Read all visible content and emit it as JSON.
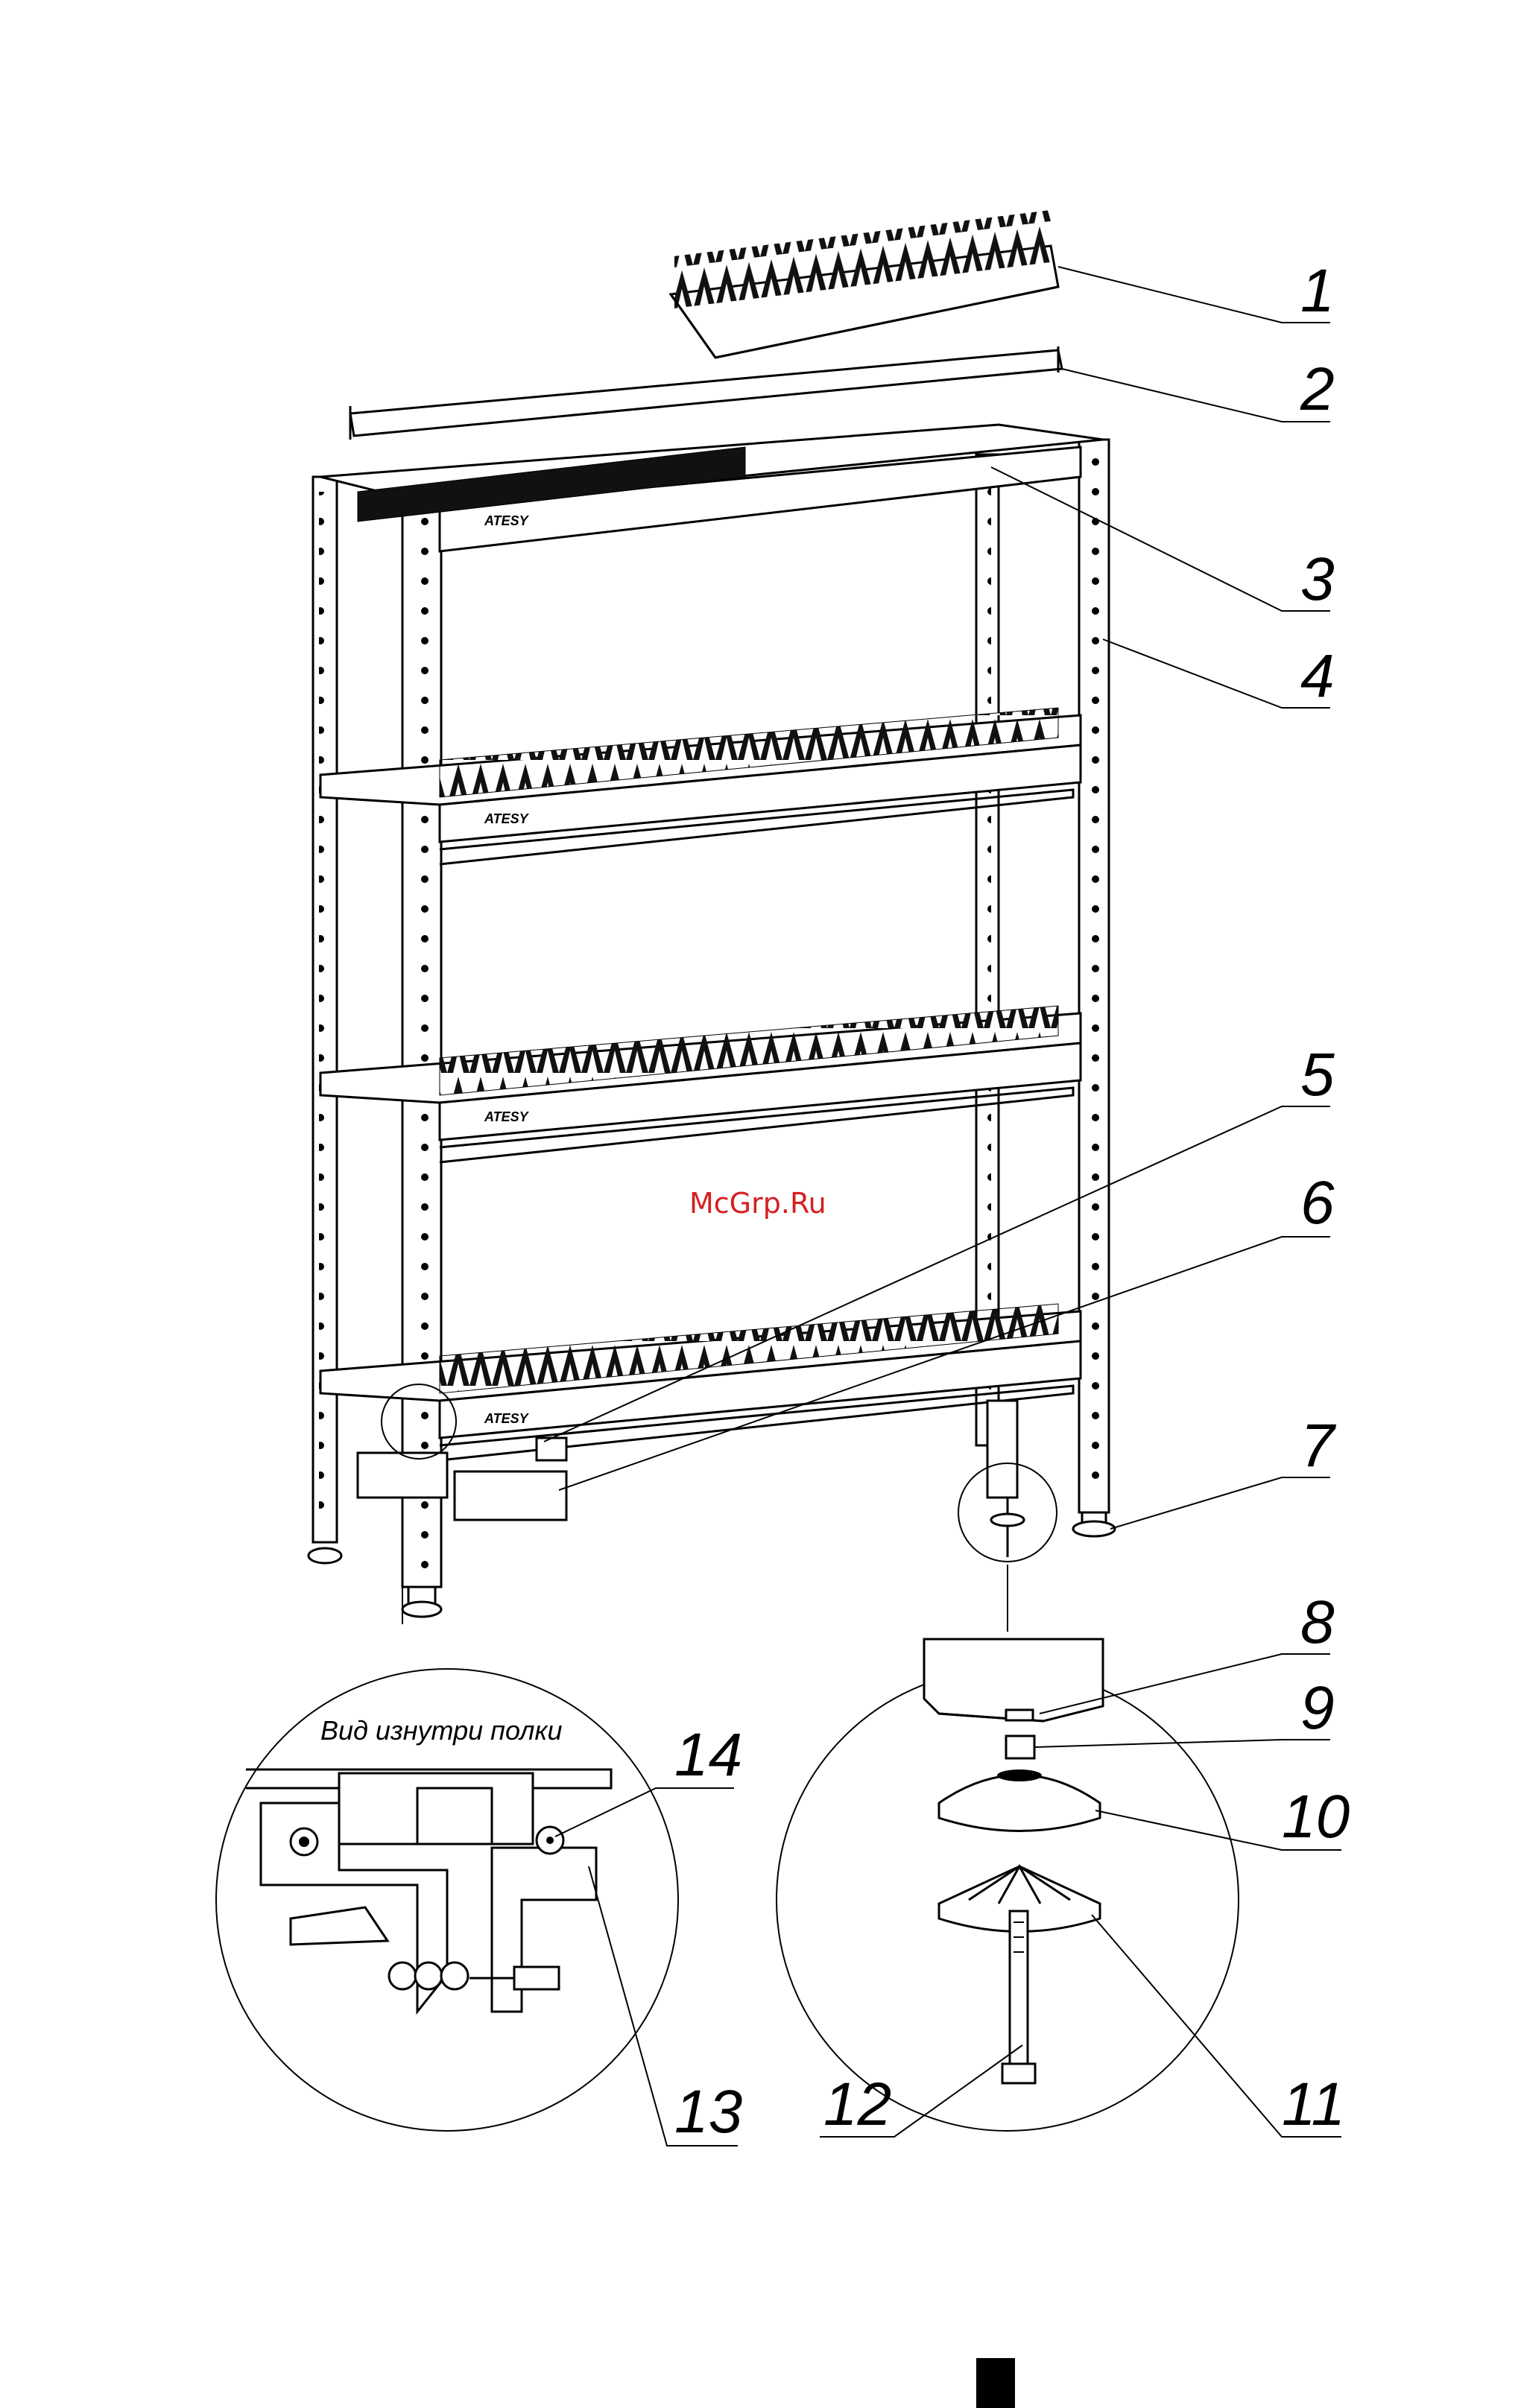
{
  "watermark": "McGrp.Ru",
  "detail_left": {
    "caption": "Вид изнутри полки"
  },
  "callouts": [
    {
      "id": "callout-1",
      "label": "1"
    },
    {
      "id": "callout-2",
      "label": "2"
    },
    {
      "id": "callout-3",
      "label": "3"
    },
    {
      "id": "callout-4",
      "label": "4"
    },
    {
      "id": "callout-5",
      "label": "5"
    },
    {
      "id": "callout-6",
      "label": "6"
    },
    {
      "id": "callout-7",
      "label": "7"
    },
    {
      "id": "callout-8",
      "label": "8"
    },
    {
      "id": "callout-9",
      "label": "9"
    },
    {
      "id": "callout-10",
      "label": "10"
    },
    {
      "id": "callout-11",
      "label": "11"
    },
    {
      "id": "callout-12",
      "label": "12"
    },
    {
      "id": "callout-13",
      "label": "13"
    },
    {
      "id": "callout-14",
      "label": "14"
    }
  ]
}
